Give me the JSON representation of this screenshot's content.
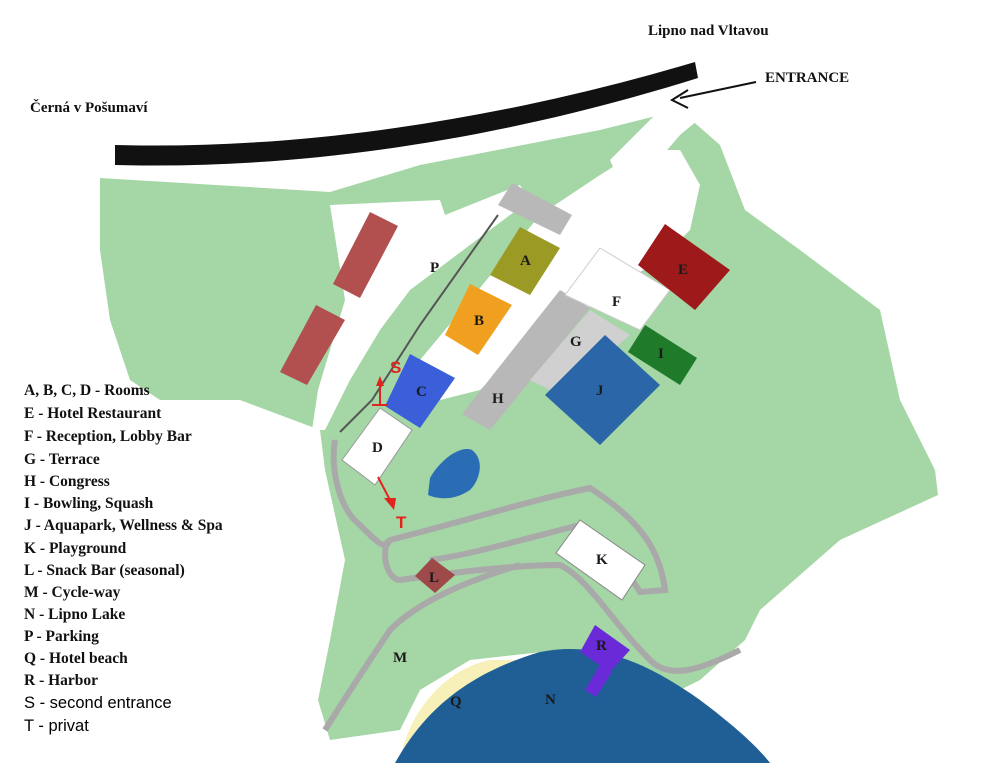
{
  "places": {
    "top_right": "Lipno nad Vltavou",
    "top_left": "Černá v Pošumaví",
    "entrance": "ENTRANCE"
  },
  "buildings": {
    "A": "A",
    "B": "B",
    "C": "C",
    "D": "D",
    "E": "E",
    "F": "F",
    "G": "G",
    "H": "H",
    "I": "I",
    "J": "J",
    "K": "K",
    "L": "L",
    "M": "M",
    "N": "N",
    "P": "P",
    "Q": "Q",
    "R": "R",
    "S": "S",
    "T": "T"
  },
  "legend": [
    "A, B, C, D - Rooms",
    "E - Hotel Restaurant",
    "F - Reception, Lobby Bar",
    "G - Terrace",
    "H - Congress",
    "I - Bowling, Squash",
    "J - Aquapark, Wellness & Spa",
    "K - Playground",
    "L - Snack Bar (seasonal)",
    "M - Cycle-way",
    "N - Lipno Lake",
    "P - Parking",
    "Q - Hotel beach",
    "R - Harbor",
    "S - second entrance",
    "T - privat"
  ],
  "colors": {
    "grass": "#a5d6a5",
    "road": "#111111",
    "path": "#a9a9a9",
    "lake": "#1f5f96",
    "pond": "#2a6db5",
    "beach": "#f7f0b8",
    "A": "#9a9a25",
    "B": "#f0a01e",
    "C": "#3a5fd8",
    "E": "#9e1a1a",
    "I": "#1f7a2a",
    "J": "#2a66a8",
    "L": "#9e4a4a",
    "R": "#6a2ad8",
    "parking_stripe": "#b25050",
    "marker": "#e0241e"
  }
}
